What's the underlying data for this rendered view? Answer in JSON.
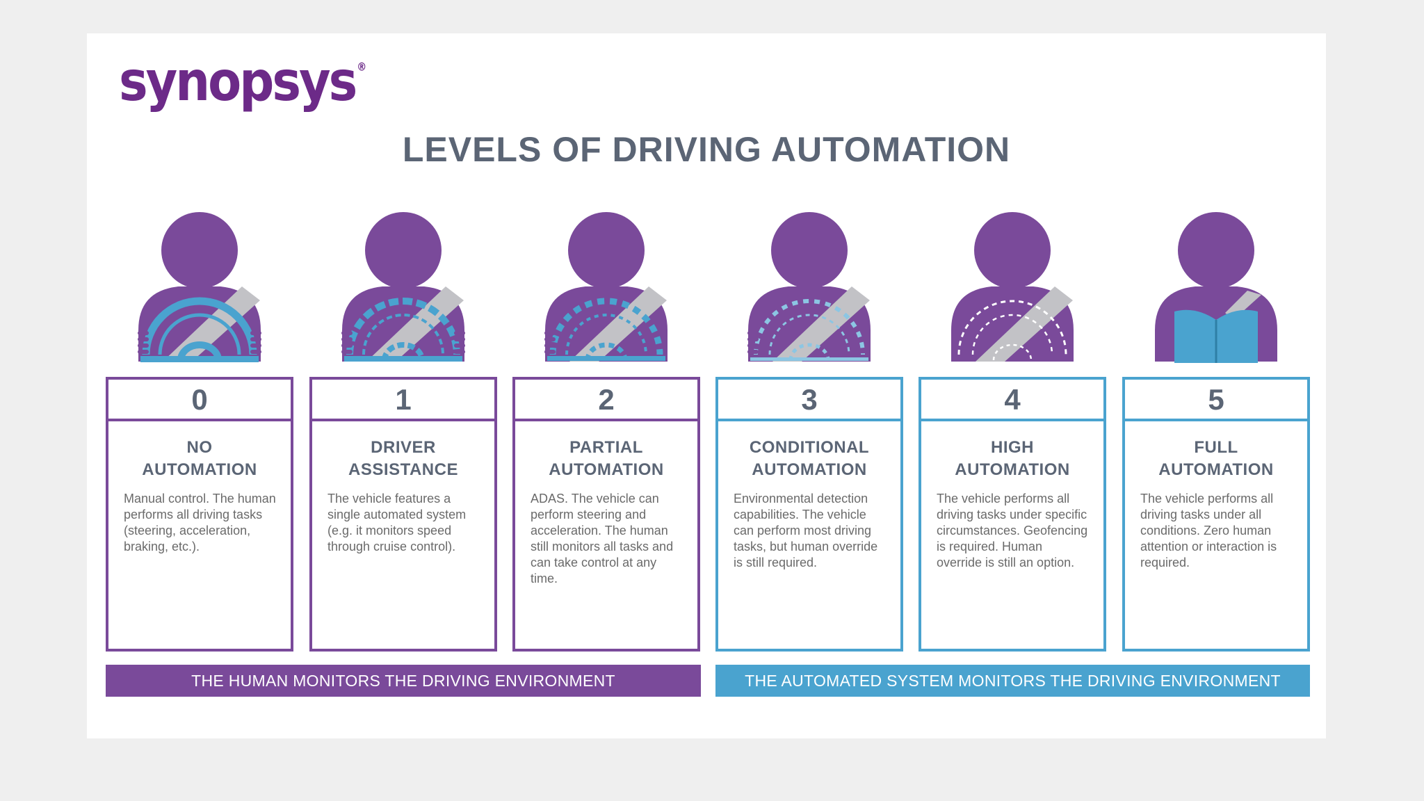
{
  "logo": {
    "text": "synopsys",
    "mark": "®"
  },
  "title": "LEVELS OF DRIVING AUTOMATION",
  "colors": {
    "purple": "#7a4a9a",
    "blue": "#4aa3cf",
    "title_gray": "#5b6575",
    "logo": "#6c2a88"
  },
  "levels": [
    {
      "number": "0",
      "name_line1": "NO",
      "name_line2": "AUTOMATION",
      "description": "Manual control. The human performs all driving tasks (steering, acceleration, braking, etc.).",
      "icon": "driver-full-steering-wheel-icon",
      "group": "human"
    },
    {
      "number": "1",
      "name_line1": "DRIVER",
      "name_line2": "ASSISTANCE",
      "description": "The vehicle features a single automated system (e.g. it monitors speed through cruise control).",
      "icon": "driver-dashed-steering-wheel-icon",
      "group": "human"
    },
    {
      "number": "2",
      "name_line1": "PARTIAL",
      "name_line2": "AUTOMATION",
      "description": "ADAS. The vehicle can perform steering and acceleration. The human still monitors all tasks and can take control at any time.",
      "icon": "driver-dashed-steering-wheel-icon",
      "group": "human"
    },
    {
      "number": "3",
      "name_line1": "CONDITIONAL",
      "name_line2": "AUTOMATION",
      "description": "Environmental detection capabilities. The vehicle can perform most driving tasks, but human override is still required.",
      "icon": "driver-dashed-steering-wheel-icon",
      "group": "system"
    },
    {
      "number": "4",
      "name_line1": "HIGH",
      "name_line2": "AUTOMATION",
      "description": "The vehicle performs all driving tasks under specific circumstances. Geofencing is required. Human override is still an option.",
      "icon": "driver-ghost-steering-wheel-icon",
      "group": "system"
    },
    {
      "number": "5",
      "name_line1": "FULL",
      "name_line2": "AUTOMATION",
      "description": "The vehicle performs all driving tasks under all conditions. Zero human attention or interaction is required.",
      "icon": "person-reading-book-icon",
      "group": "system"
    }
  ],
  "footer": {
    "human": "THE HUMAN MONITORS THE DRIVING ENVIRONMENT",
    "system": "THE AUTOMATED SYSTEM MONITORS THE DRIVING ENVIRONMENT"
  }
}
